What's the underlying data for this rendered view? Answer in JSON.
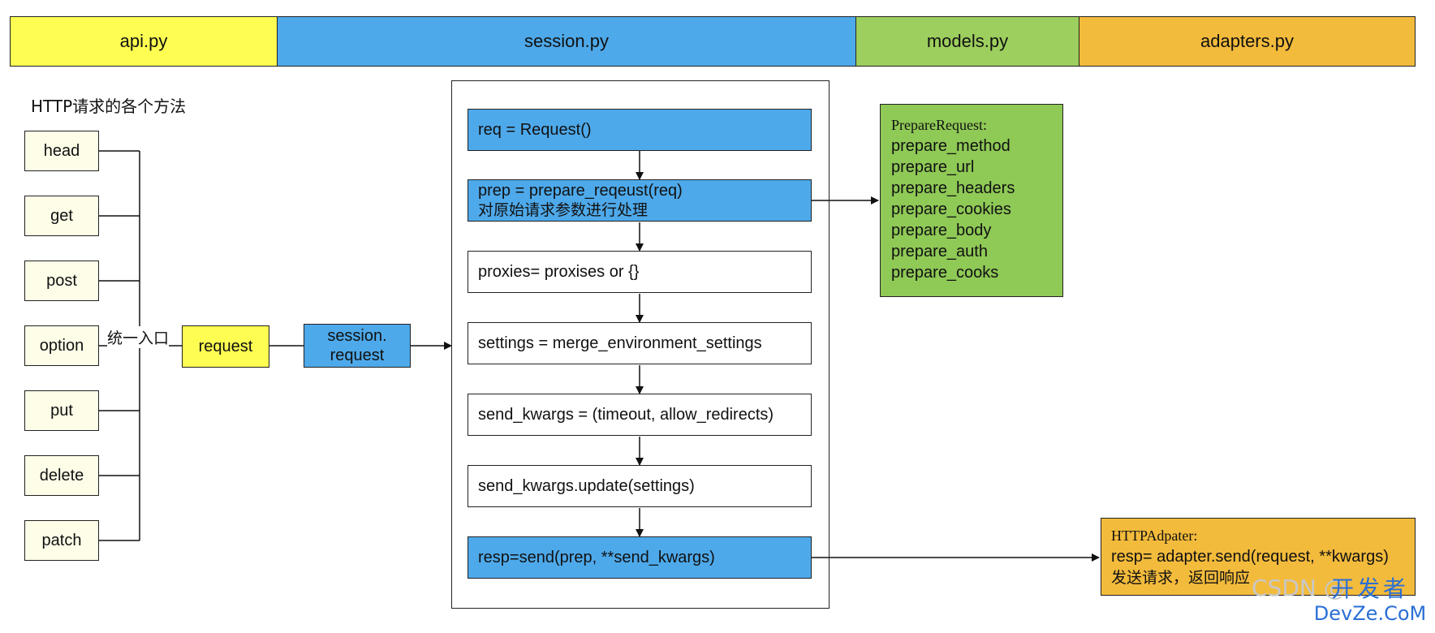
{
  "header": [
    {
      "label": "api.py",
      "color": "#fdfd52"
    },
    {
      "label": "session.py",
      "color": "#4ea9ea"
    },
    {
      "label": "models.py",
      "color": "#9dcf5e"
    },
    {
      "label": "adapters.py",
      "color": "#f3bb3c"
    }
  ],
  "methods_title": "HTTP请求的各个方法",
  "methods": [
    "head",
    "get",
    "post",
    "option",
    "put",
    "delete",
    "patch"
  ],
  "unified_entry_label": "统一入口",
  "request_box": "request",
  "session_request_box": {
    "line1": "session.",
    "line2": "request"
  },
  "steps": [
    {
      "line1": "req = Request()",
      "line2": ""
    },
    {
      "line1": "prep = prepare_reqeust(req)",
      "line2": "对原始请求参数进行处理"
    },
    {
      "line1": "proxies= proxises or {}",
      "line2": ""
    },
    {
      "line1": "settings = merge_environment_settings",
      "line2": ""
    },
    {
      "line1": "send_kwargs = (timeout, allow_redirects)",
      "line2": ""
    },
    {
      "line1": "send_kwargs.update(settings)",
      "line2": ""
    },
    {
      "line1": "resp=send(prep, **send_kwargs)",
      "line2": ""
    }
  ],
  "prepare_box": {
    "title": "PrepareRequest:",
    "items": [
      "prepare_method",
      "prepare_url",
      "prepare_headers",
      "prepare_cookies",
      "prepare_body",
      "prepare_auth",
      "prepare_cooks"
    ]
  },
  "adapter_box": {
    "title": "HTTPAdpater:",
    "line1": "resp= adapter.send(request, **kwargs)",
    "line2": "发送请求，返回响应"
  },
  "watermark": {
    "left": "CSDN @",
    "right_top": "开发者",
    "right_bottom": "DevZe.CoM"
  },
  "colors": {
    "yellow": "#fdfd52",
    "blue": "#4ea9ea",
    "green": "#9dcf5e",
    "orange": "#f3bb3c",
    "method_bg": "#fdfde8"
  }
}
